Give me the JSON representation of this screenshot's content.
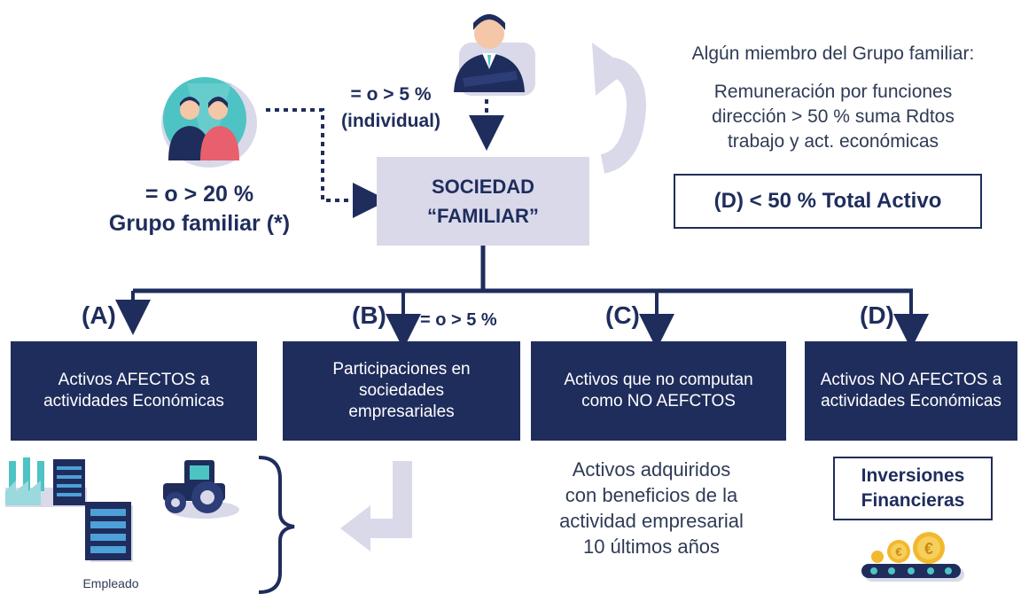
{
  "center_box": {
    "line1": "SOCIEDAD",
    "line2": "“FAMILIAR”"
  },
  "family_threshold": {
    "line1": "= o > 20 %",
    "line2": "Grupo familiar (*)"
  },
  "individual_threshold": {
    "line1": "= o > 5 %",
    "line2": "(individual)"
  },
  "right_note": {
    "title": "Algún miembro del Grupo familiar:",
    "line1": "Remuneración por funciones",
    "line2": "dirección > 50 % suma Rdtos",
    "line3": "trabajo y act. económicas"
  },
  "d_limit_box": "(D) < 50 % Total Activo",
  "branches": [
    {
      "letter": "(A)",
      "box_line1": "Activos AFECTOS a",
      "box_line2": "actividades Económicas"
    },
    {
      "letter": "(B)",
      "side_label": "= o > 5 %",
      "box_line1": "Participaciones en",
      "box_line2": "sociedades",
      "box_line3": "empresariales"
    },
    {
      "letter": "(C)",
      "box_line1": "Activos que no computan",
      "box_line2": "como NO AEFCTOS"
    },
    {
      "letter": "(D)",
      "box_line1": "Activos  NO AFECTOS a",
      "box_line2": "actividades Económicas"
    }
  ],
  "c_note": {
    "line1": "Activos adquiridos",
    "line2": "con beneficios de la",
    "line3": "actividad empresarial",
    "line4": "10 últimos años"
  },
  "d_note": {
    "line1": "Inversiones",
    "line2": "Financieras"
  },
  "employee_label": "Empleado",
  "colors": {
    "navy": "#1f2d5c",
    "lavender": "#d9d9ea",
    "teal": "#4ec3c3",
    "gold": "#f2b92e"
  },
  "icons": [
    "family-icon",
    "businessman-icon",
    "factory-icon",
    "office-building-icon",
    "tractor-icon",
    "coins-conveyor-icon",
    "curved-arrow-icon",
    "return-arrow-icon",
    "brace-icon"
  ]
}
